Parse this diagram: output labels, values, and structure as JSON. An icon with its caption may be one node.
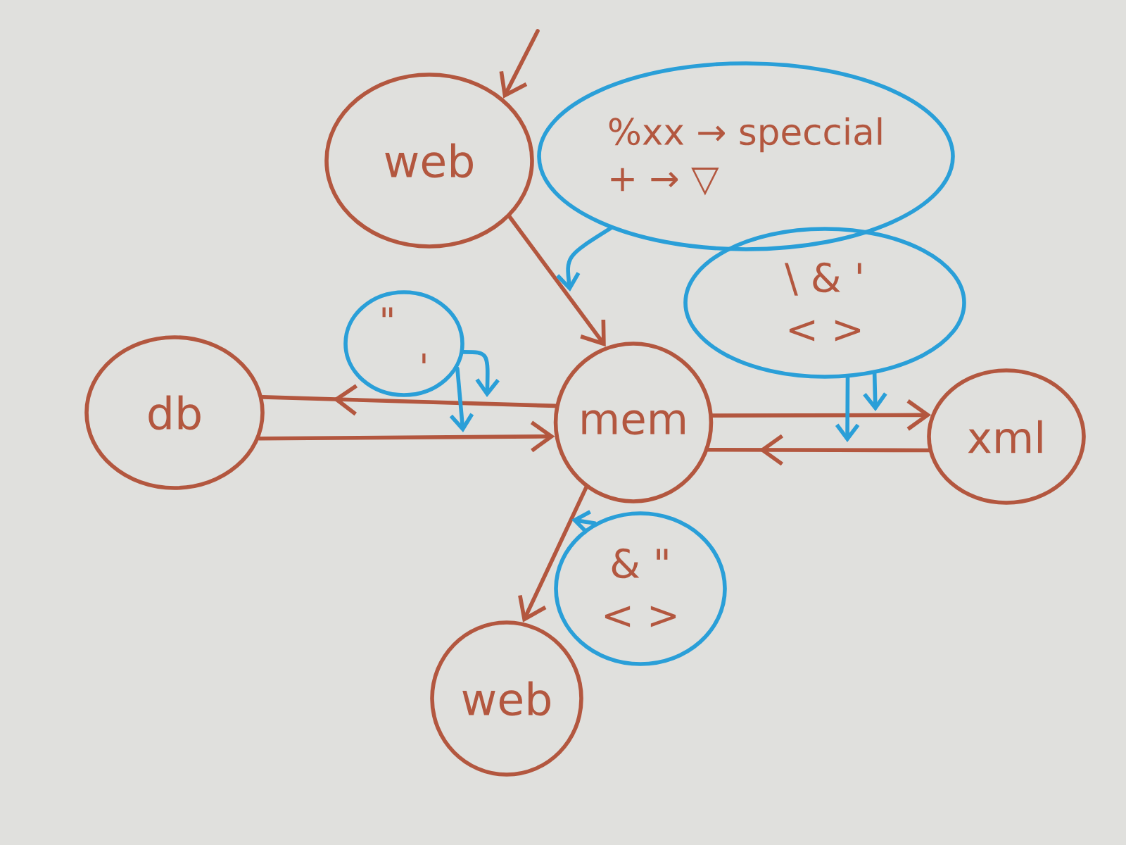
{
  "diagram": {
    "nodes": [
      {
        "text": [
          "web"
        ]
      },
      {
        "text": [
          "%xx → speccial",
          "+ → ▽"
        ]
      },
      {
        "text": [
          "\"",
          "'"
        ]
      },
      {
        "text": [
          "db"
        ]
      },
      {
        "text": [
          "mem"
        ]
      },
      {
        "text": [
          "\\ & '",
          "< >"
        ]
      },
      {
        "text": [
          "xml"
        ]
      },
      {
        "text": [
          "& \"",
          "< >"
        ]
      },
      {
        "text": [
          "web"
        ]
      }
    ],
    "edges": [
      {
        "from": null,
        "to": 0,
        "arrow": "to"
      },
      {
        "from": 0,
        "to": 4,
        "arrow": "to"
      },
      {
        "from": 1,
        "to": null,
        "arrow": "to",
        "color": "#2a9fd8"
      },
      {
        "from": 4,
        "to": 3,
        "arrow": "to"
      },
      {
        "from": 3,
        "to": 4,
        "arrow": "to"
      },
      {
        "from": 2,
        "to": null,
        "arrow": "to",
        "color": "#2a9fd8"
      },
      {
        "from": 2,
        "to": null,
        "arrow": "to",
        "color": "#2a9fd8"
      },
      {
        "from": 4,
        "to": 6,
        "arrow": "to"
      },
      {
        "from": 6,
        "to": 4,
        "arrow": "to"
      },
      {
        "from": 5,
        "to": null,
        "arrow": "to",
        "color": "#2a9fd8"
      },
      {
        "from": 5,
        "to": null,
        "arrow": "to",
        "color": "#2a9fd8"
      },
      {
        "from": 4,
        "to": 8,
        "arrow": "to"
      },
      {
        "from": 7,
        "to": null,
        "arrow": "to",
        "color": "#2a9fd8"
      }
    ]
  }
}
